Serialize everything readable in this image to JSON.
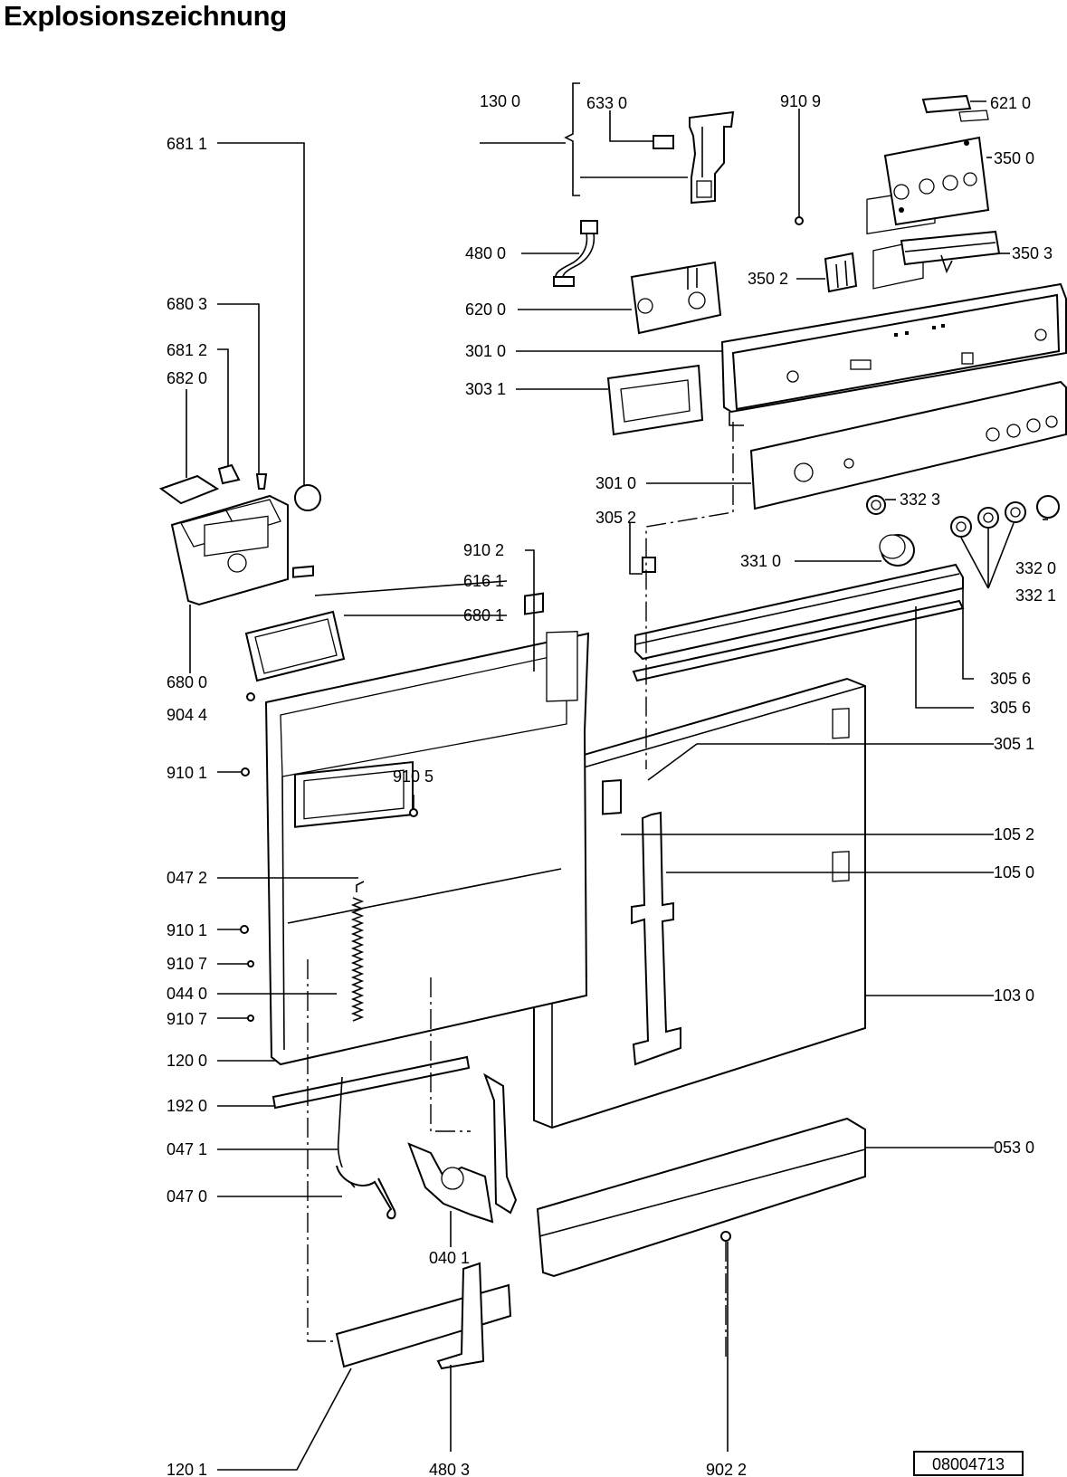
{
  "title": "Explosionszeichnung",
  "drawing_number": "08004713",
  "part_labels": [
    {
      "id": "1300",
      "text": "130 0"
    },
    {
      "id": "6330",
      "text": "633 0"
    },
    {
      "id": "9109",
      "text": "910 9"
    },
    {
      "id": "6210",
      "text": "621 0"
    },
    {
      "id": "6811",
      "text": "681 1"
    },
    {
      "id": "3500",
      "text": "350 0"
    },
    {
      "id": "4800",
      "text": "480 0"
    },
    {
      "id": "3503",
      "text": "350 3"
    },
    {
      "id": "3502",
      "text": "350 2"
    },
    {
      "id": "6803",
      "text": "680 3"
    },
    {
      "id": "6200",
      "text": "620 0"
    },
    {
      "id": "6812",
      "text": "681 2"
    },
    {
      "id": "3010a",
      "text": "301 0"
    },
    {
      "id": "6820",
      "text": "682 0"
    },
    {
      "id": "3031",
      "text": "303 1"
    },
    {
      "id": "3010b",
      "text": "301 0"
    },
    {
      "id": "3323",
      "text": "332 3"
    },
    {
      "id": "3052",
      "text": "305 2"
    },
    {
      "id": "9102",
      "text": "910 2"
    },
    {
      "id": "3310",
      "text": "331 0"
    },
    {
      "id": "3320",
      "text": "332 0"
    },
    {
      "id": "6161",
      "text": "616 1"
    },
    {
      "id": "3321",
      "text": "332 1"
    },
    {
      "id": "6801",
      "text": "680 1"
    },
    {
      "id": "6800",
      "text": "680 0"
    },
    {
      "id": "3056a",
      "text": "305 6"
    },
    {
      "id": "9044",
      "text": "904 4"
    },
    {
      "id": "3056b",
      "text": "305 6"
    },
    {
      "id": "3051",
      "text": "305 1"
    },
    {
      "id": "9101a",
      "text": "910 1"
    },
    {
      "id": "9105",
      "text": "910 5"
    },
    {
      "id": "1052",
      "text": "105 2"
    },
    {
      "id": "0472",
      "text": "047 2"
    },
    {
      "id": "1050",
      "text": "105 0"
    },
    {
      "id": "9101b",
      "text": "910 1"
    },
    {
      "id": "9107a",
      "text": "910 7"
    },
    {
      "id": "0440",
      "text": "044 0"
    },
    {
      "id": "1030",
      "text": "103 0"
    },
    {
      "id": "9107b",
      "text": "910 7"
    },
    {
      "id": "1200",
      "text": "120 0"
    },
    {
      "id": "1920",
      "text": "192 0"
    },
    {
      "id": "0530",
      "text": "053 0"
    },
    {
      "id": "0471",
      "text": "047 1"
    },
    {
      "id": "0470",
      "text": "047 0"
    },
    {
      "id": "0401",
      "text": "040 1"
    },
    {
      "id": "1201",
      "text": "120 1"
    },
    {
      "id": "4803",
      "text": "480 3"
    },
    {
      "id": "9022",
      "text": "902 2"
    }
  ]
}
